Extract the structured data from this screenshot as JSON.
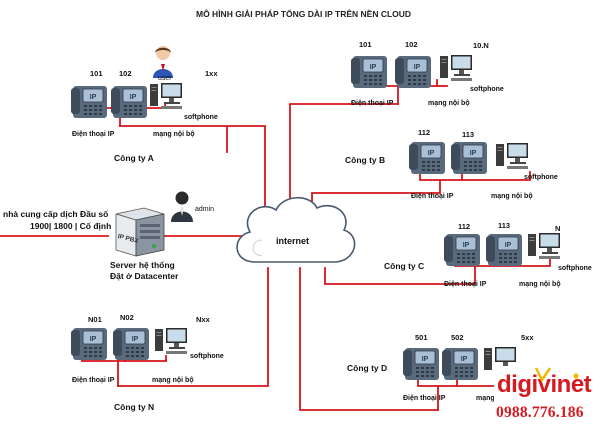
{
  "title": "MÔ HÌNH GIẢI PHÁP TỔNG DÀI IP TRÊN NỀN CLOUD",
  "cloud_label": "internet",
  "provider": {
    "line1": "nhà cung cấp dịch Đầu số",
    "line2": "1900| 1800 | Cố định"
  },
  "server": {
    "label_line1": "Server hệ thống",
    "label_line2": "Đặt ở Datacenter",
    "pbx_label": "IP PBX",
    "admin_label": "admin"
  },
  "companies": {
    "a": {
      "name": "Công ty A",
      "ext1": "101",
      "ext2": "102",
      "ext3": "1xx",
      "user_label": "user",
      "phone_label": "Điện thoại IP",
      "lan_label": "mạng nội bộ",
      "softphone_label": "softphone"
    },
    "b": {
      "name": "Công ty B",
      "ext1": "112",
      "ext2": "113",
      "phone_label": "Điện thoại IP",
      "lan_label": "mạng nội bộ",
      "softphone_label": "softphone"
    },
    "c": {
      "name": "Công ty C",
      "ext1": "112",
      "ext2": "113",
      "ext3": "N",
      "phone_label": "Điện thoại IP",
      "lan_label": "mạng nội bộ",
      "softphone_label": "softphone"
    },
    "d": {
      "name": "Công ty D",
      "ext1": "501",
      "ext2": "502",
      "ext3": "5xx",
      "phone_label": "Điện thoại IP",
      "lan_label": "mạng"
    },
    "n": {
      "name": "Công ty N",
      "ext1": "N01",
      "ext2": "N02",
      "ext3": "Nxx",
      "phone_label": "Điện thoại IP",
      "lan_label": "mạng nội bộ",
      "softphone_label": "softphone"
    },
    "top": {
      "ext1": "101",
      "ext2": "102",
      "ext3": "10.N",
      "phone_label": "Điện thoại IP",
      "lan_label": "mạng nội bộ",
      "softphone_label": "softphone"
    }
  },
  "brand": {
    "name": "digivinet",
    "hotline": "0988.776.186"
  },
  "colors": {
    "wire": "#d8141c",
    "phone_body": "#5f6f82",
    "phone_screen": "#9fb6cf",
    "brand_red": "#d71920"
  },
  "icons": [
    "ip-phone-icon",
    "computer-icon",
    "cloud-icon",
    "server-icon",
    "user-icon",
    "admin-icon"
  ]
}
